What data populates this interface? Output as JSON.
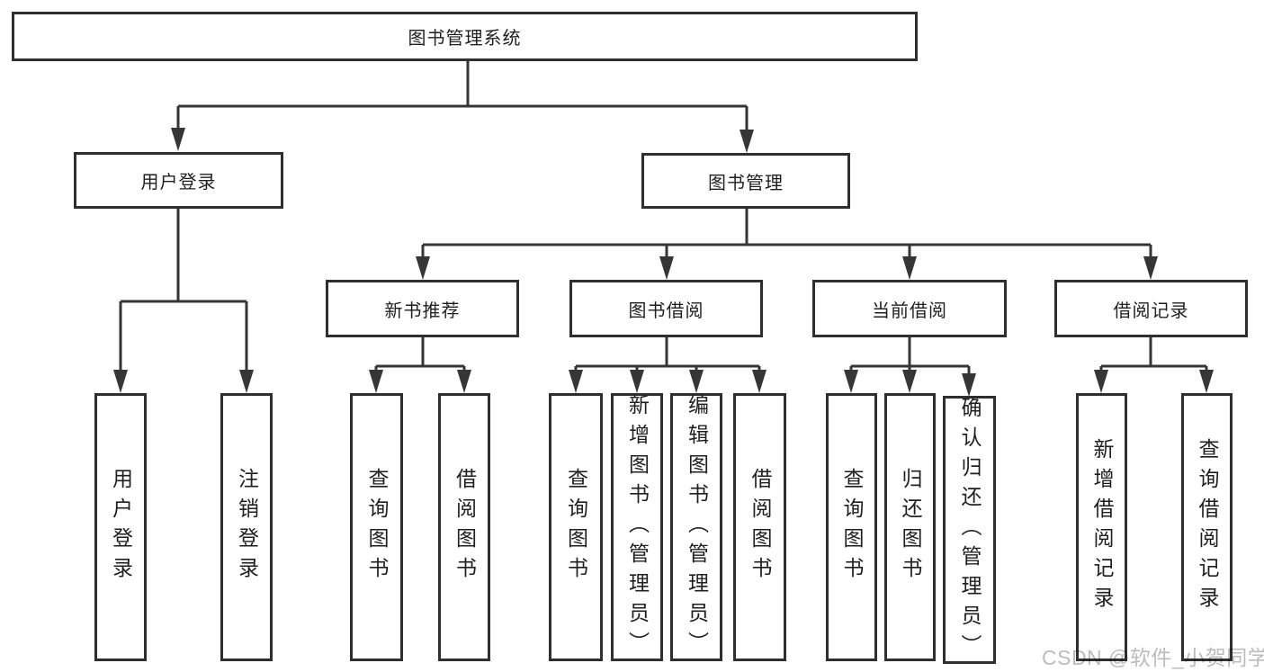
{
  "diagram": {
    "root_label": "图书管理系统",
    "level2": {
      "user_login": "用户登录",
      "book_management": "图书管理"
    },
    "level3": {
      "new_book_recommend": "新书推荐",
      "book_borrowing": "图书借阅",
      "current_borrowing": "当前借阅",
      "borrow_records": "借阅记录"
    },
    "leaves": {
      "user_login": [
        "用户登录",
        "注销登录"
      ],
      "new_book_recommend": [
        "查询图书",
        "借阅图书"
      ],
      "book_borrowing": [
        "查询图书",
        "新增图书（管理员）",
        "编辑图书（管理员）",
        "借阅图书"
      ],
      "current_borrowing": [
        "查询图书",
        "归还图书",
        "确认归还（管理员）"
      ],
      "borrow_records": [
        "新增借阅记录",
        "查询借阅记录"
      ]
    }
  },
  "watermark": {
    "text": "CSDN @软件_小贺同学"
  },
  "colors": {
    "line": "#363636",
    "box_border": "#2f2f2f",
    "text": "#1f1f1f",
    "watermark": "#bcbcbc",
    "background": "#ffffff"
  }
}
